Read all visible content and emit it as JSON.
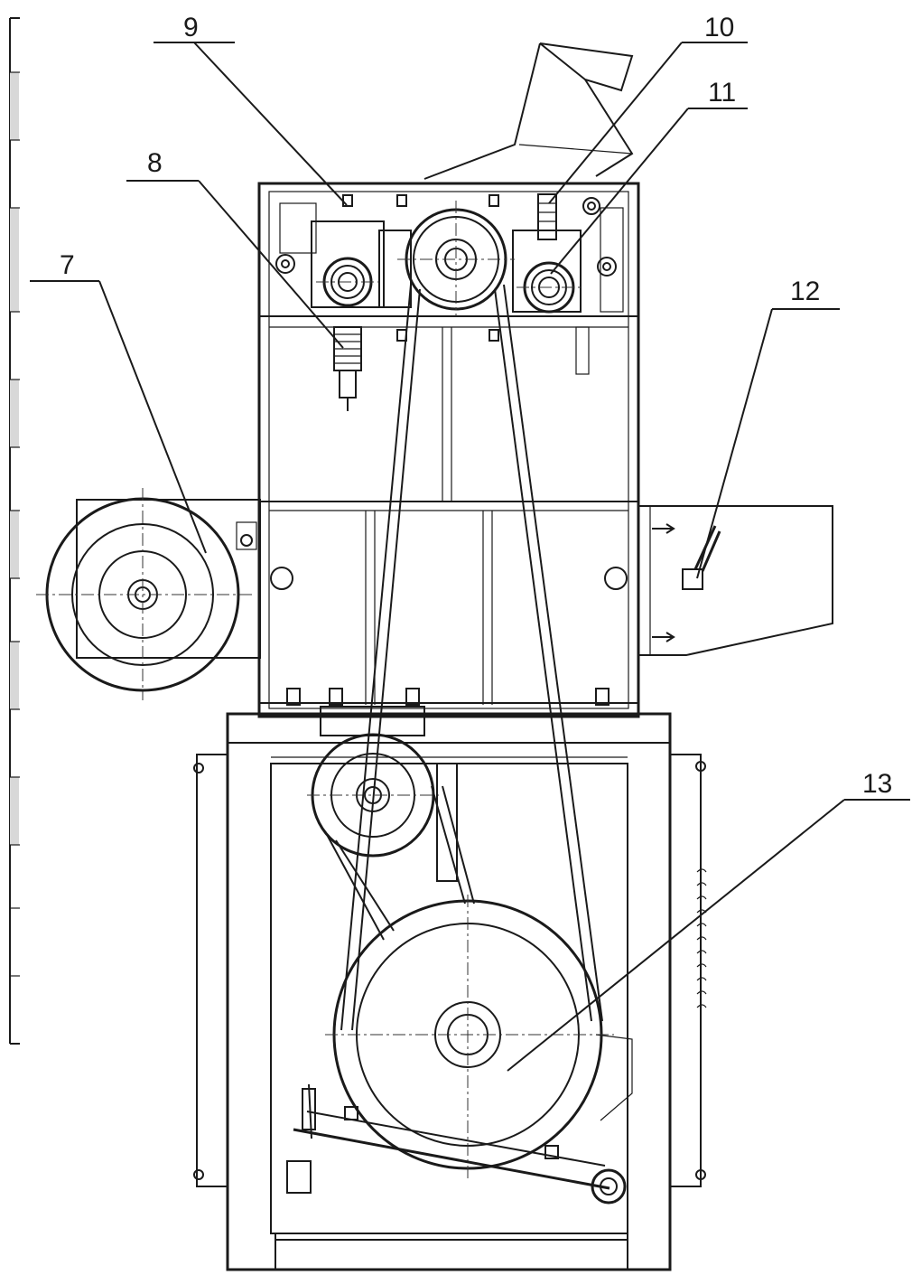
{
  "callouts": {
    "c7": "7",
    "c8": "8",
    "c9": "9",
    "c10": "10",
    "c11": "11",
    "c12": "12",
    "c13": "13"
  },
  "colors": {
    "ink": "#1a1a1a",
    "paper": "#ffffff"
  }
}
